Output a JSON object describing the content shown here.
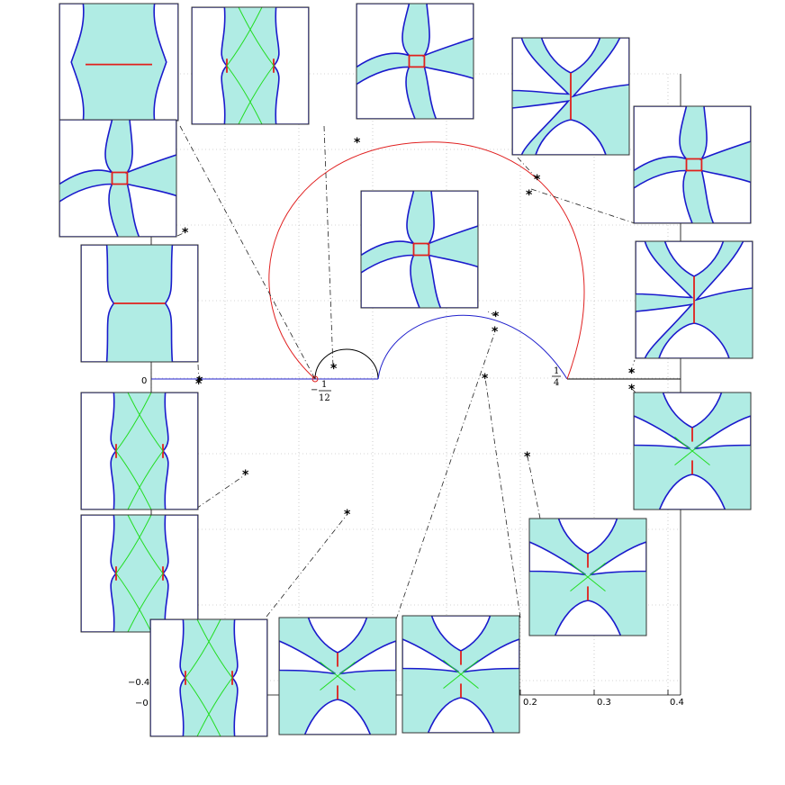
{
  "colors": {
    "fill": "#b0ece4",
    "edge": "#1a1acc",
    "cut": "#e0201c",
    "ghost": "#22dd22",
    "frame": "#333333",
    "red_arc": "#e02020",
    "blue_arc": "#2020cc",
    "axis": "#000000",
    "grid": "#aaaaaa",
    "leader": "#222222"
  },
  "marker": "*",
  "axis_labels": {
    "zero": "0",
    "neg_frac_num": "1",
    "neg_frac_den": "12",
    "neg_sign": "−",
    "pos_frac_num": "1",
    "pos_frac_den": "4"
  },
  "x_ticks": [
    "0.2",
    "0.3",
    "0.4"
  ],
  "y_ticks": [
    "−0.4",
    "−0"
  ]
}
